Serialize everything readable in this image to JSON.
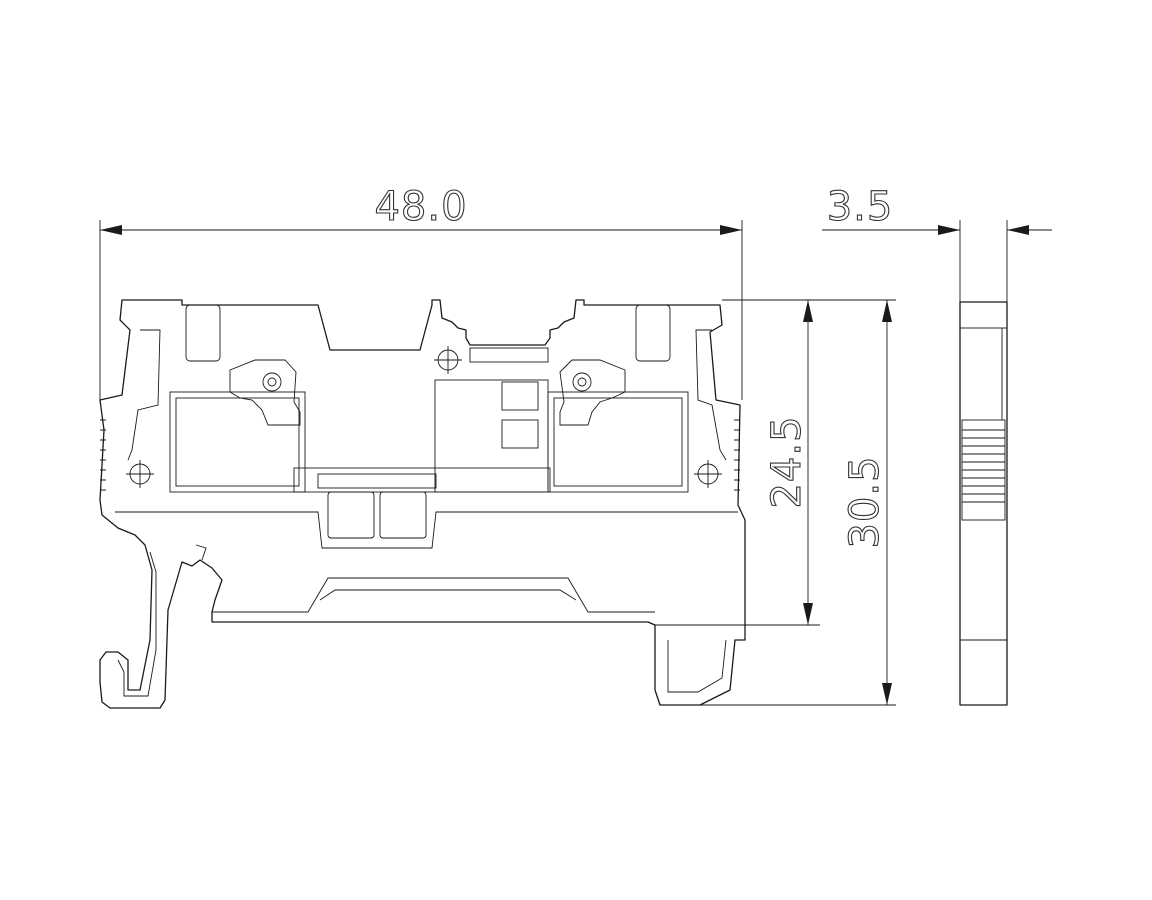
{
  "dimensions": {
    "width": "48.0",
    "thickness": "3.5",
    "height_to_rail": "24.5",
    "total_height": "30.5"
  }
}
